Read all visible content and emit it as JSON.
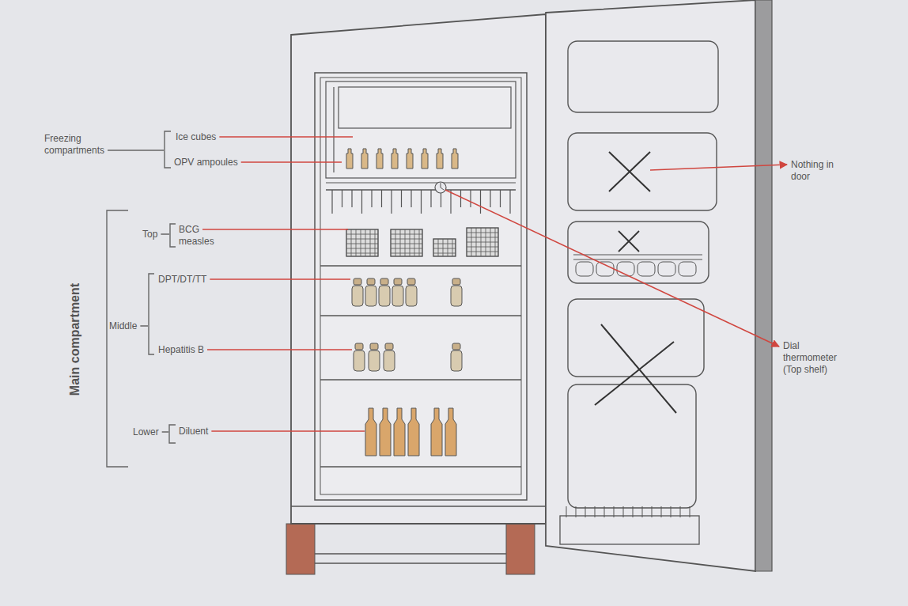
{
  "diagram": {
    "labels": [
      "Freezing compartments",
      "Ice cubes",
      "OPV ampoules",
      "Main compartment",
      "Top",
      "BCG measles",
      "Middle",
      "DPT/DT/TT",
      "Hepatitis B",
      "Lower",
      "Diluent",
      "Nothing in door",
      "Dial thermometer (Top shelf)"
    ]
  }
}
